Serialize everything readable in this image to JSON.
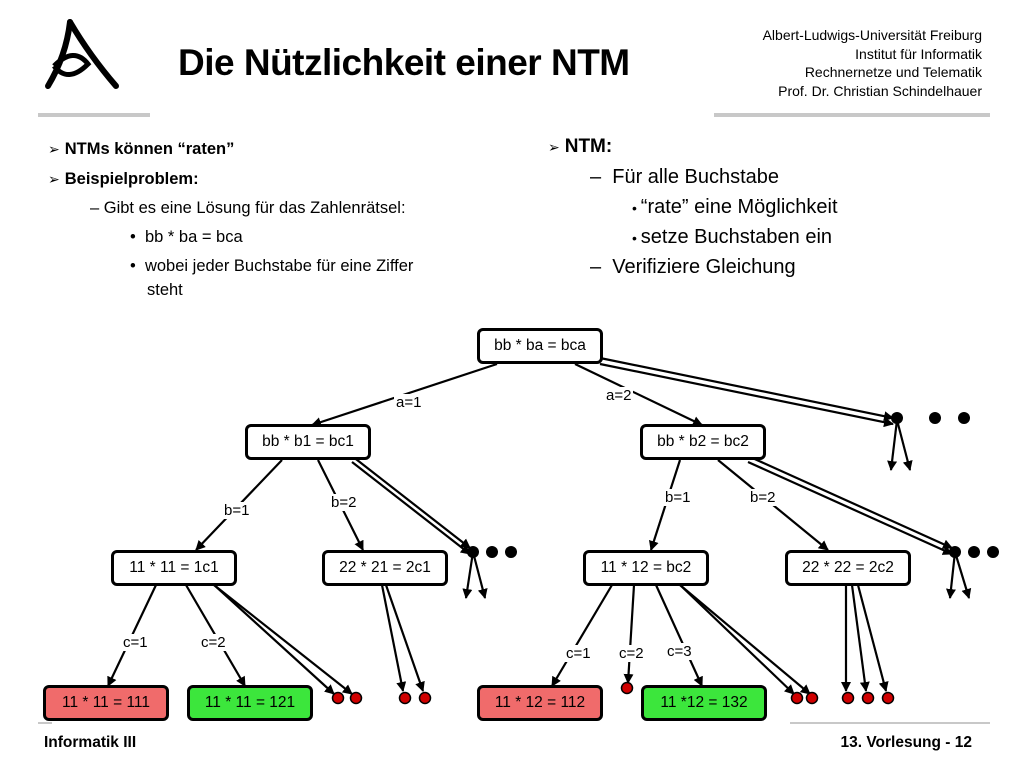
{
  "header": {
    "title": "Die Nützlichkeit einer NTM",
    "institution": [
      "Albert-Ludwigs-Universität Freiburg",
      "Institut für Informatik",
      "Rechnernetze und Telematik",
      "Prof. Dr. Christian Schindelhauer"
    ]
  },
  "left_bullets": {
    "b1": "NTMs können “raten”",
    "b2": "Beispielproblem:",
    "b2_sub": "– Gibt es eine Lösung für das Zahlenrätsel:",
    "b2_sub_items": [
      "bb * ba = bca",
      "wobei jeder Buchstabe für eine Ziffer",
      "steht"
    ]
  },
  "right_bullets": {
    "head": "NTM:",
    "s1": "Für alle Buchstabe",
    "s1_items": [
      "“rate” eine Möglichkeit",
      "setze Buchstaben ein"
    ],
    "s2": "Verifiziere Gleichung",
    "dash": "–"
  },
  "tree": {
    "root": "bb * ba =  bca",
    "n_a1": "bb * b1 =  bc1",
    "n_a2": "bb * b2 =  bc2",
    "n_a1b1": "11 * 11 =  1c1",
    "n_a1b2": "22 * 21 =  2c1",
    "n_a2b1": "11 * 12 =  bc2",
    "n_a2b2": "22 * 22 =  2c2",
    "leaf1": "11 * 11 =  111",
    "leaf2": "11 * 11 =  121",
    "leaf3": "11 * 12 =  112",
    "leaf4": "11 *12 = 132",
    "edges": {
      "a1": "a=1",
      "a2": "a=2",
      "b1_left": "b=1",
      "b2_left": "b=2",
      "b1_right": "b=1",
      "b2_right": "b=2",
      "c1_left": "c=1",
      "c2_left": "c=2",
      "c1_right": "c=1",
      "c2_right": "c=2",
      "c3_right": "c=3"
    },
    "status": {
      "leaf1": "rejected",
      "leaf2": "accepted",
      "leaf3": "rejected",
      "leaf4": "accepted"
    },
    "colors": {
      "rejected": "#f06b6b",
      "accepted": "#3ce63c",
      "dead_end": "#d00000",
      "continuation": "#000000"
    }
  },
  "footer": {
    "left": "Informatik III",
    "right": "13. Vorlesung - 12"
  }
}
